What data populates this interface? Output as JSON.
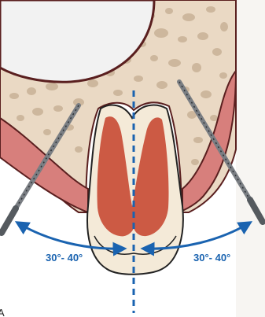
{
  "labels": {
    "left_angle": "30°- 40°",
    "right_angle": "30°- 40°",
    "corner_letter": "A"
  },
  "colors": {
    "bone": "#ead9c4",
    "bone_pore": "#cdb79d",
    "gum": "#d77f7c",
    "gum_outline": "#5a1f1f",
    "tooth": "#f4ead8",
    "pulp": "#cc5a44",
    "sinus": "#f2f2f2",
    "axis": "#1a63b0",
    "instrument": "#7a7e83"
  },
  "icons": {
    "left_instrument": "periotome-icon",
    "right_instrument": "periotome-icon",
    "left_arrow": "curved-double-arrow-icon",
    "right_arrow": "curved-double-arrow-icon"
  }
}
